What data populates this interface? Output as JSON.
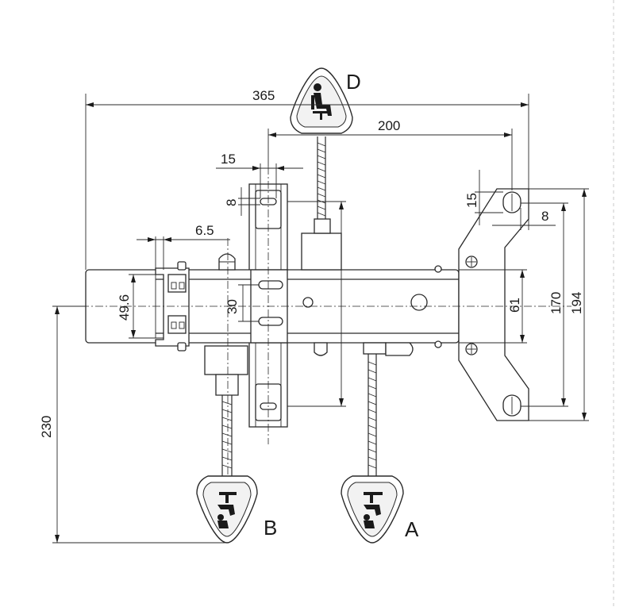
{
  "dimensions": {
    "overall_width": "365",
    "span_right": "200",
    "slot_width_left": "15",
    "slot_height_left": "8",
    "offset_left": "6.5",
    "rail_height_left": "49.6",
    "slot_spacing": "30",
    "rail_height_right": "61",
    "bracket_inner": "170",
    "bracket_outer": "194",
    "bracket_slot_width": "15",
    "bracket_slot_height": "8",
    "height_to_lever_b": "230"
  },
  "levers": {
    "a": "A",
    "b": "B",
    "d": "D"
  },
  "icons": {
    "knob_d": "seated-person-icon",
    "knob_a": "chair-tilt-icon",
    "knob_b": "chair-height-icon"
  }
}
